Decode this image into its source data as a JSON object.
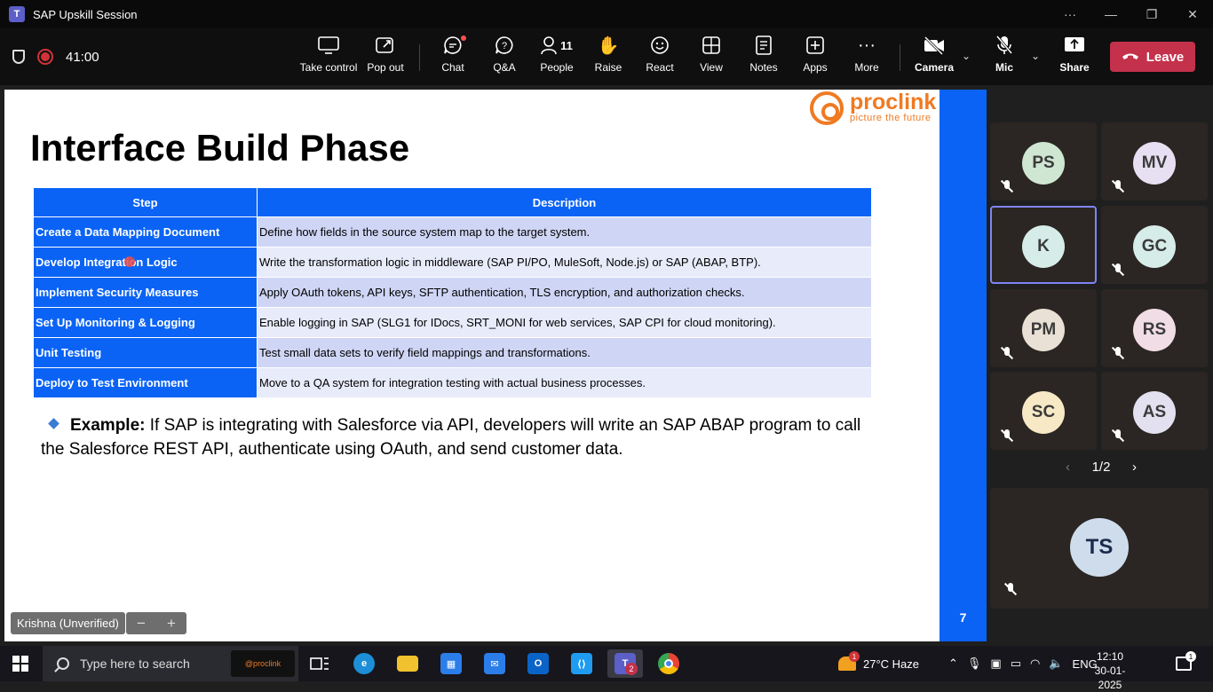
{
  "window": {
    "title": "SAP Upskill Session",
    "more": "···",
    "minimize": "—",
    "restore": "❐",
    "close": "✕"
  },
  "toolbar": {
    "timer": "41:00",
    "buttons": {
      "take_control": "Take control",
      "pop_out": "Pop out",
      "chat": "Chat",
      "qa": "Q&A",
      "people": "People",
      "people_count": "11",
      "raise": "Raise",
      "react": "React",
      "view": "View",
      "notes": "Notes",
      "apps": "Apps",
      "more": "More",
      "camera": "Camera",
      "mic": "Mic",
      "share": "Share",
      "leave": "Leave"
    }
  },
  "slide": {
    "logo_name": "proclink",
    "logo_tagline": "picture the future",
    "title": "Interface Build Phase",
    "table": {
      "headers": [
        "Step",
        "Description"
      ],
      "rows": [
        [
          "Create a Data Mapping Document",
          "Define how fields in the source system map to the target system."
        ],
        [
          "Develop Integration Logic",
          "Write the transformation logic in middleware (SAP PI/PO, MuleSoft, Node.js) or SAP (ABAP, BTP)."
        ],
        [
          "Implement Security Measures",
          "Apply OAuth tokens, API keys, SFTP authentication, TLS encryption, and authorization checks."
        ],
        [
          "Set Up Monitoring & Logging",
          "Enable logging in SAP (SLG1 for IDocs, SRT_MONI for web services, SAP CPI for cloud monitoring)."
        ],
        [
          "Unit Testing",
          "Test small data sets to verify field mappings and transformations."
        ],
        [
          "Deploy to Test Environment",
          "Move to a QA system for integration testing with actual business processes."
        ]
      ]
    },
    "example_label": "Example:",
    "example_text": " If SAP is integrating with Salesforce via API, developers will write an SAP ABAP program to call the Salesforce REST API, authenticate using OAuth, and send customer data.",
    "page_number": "7"
  },
  "presenter": {
    "name": "Krishna (Unverified)",
    "zoom_out": "−",
    "zoom_in": "+"
  },
  "participants": [
    {
      "initials": "PS",
      "color": "#cfe6d2",
      "muted": true
    },
    {
      "initials": "MV",
      "color": "#e7e0f2",
      "muted": true
    },
    {
      "initials": "K",
      "color": "#d6ece8",
      "muted": false,
      "active": true
    },
    {
      "initials": "GC",
      "color": "#d6ece8",
      "muted": true
    },
    {
      "initials": "PM",
      "color": "#eae1d6",
      "muted": true
    },
    {
      "initials": "RS",
      "color": "#f1dde6",
      "muted": true
    },
    {
      "initials": "SC",
      "color": "#f7e9c6",
      "muted": true
    },
    {
      "initials": "AS",
      "color": "#e3e0f0",
      "muted": true
    }
  ],
  "pager": {
    "label": "1/2",
    "prev": "‹",
    "next": "›"
  },
  "self_tile": {
    "initials": "TS",
    "color": "#cfdcec"
  },
  "taskbar": {
    "search_placeholder": "Type here to search",
    "search_promo": "@proclink",
    "teams_badge": "2",
    "weather": "27°C  Haze",
    "weather_badge": "1",
    "language": "ENG",
    "time": "12:10",
    "date": "30-01-2025",
    "notification_count": "1"
  }
}
